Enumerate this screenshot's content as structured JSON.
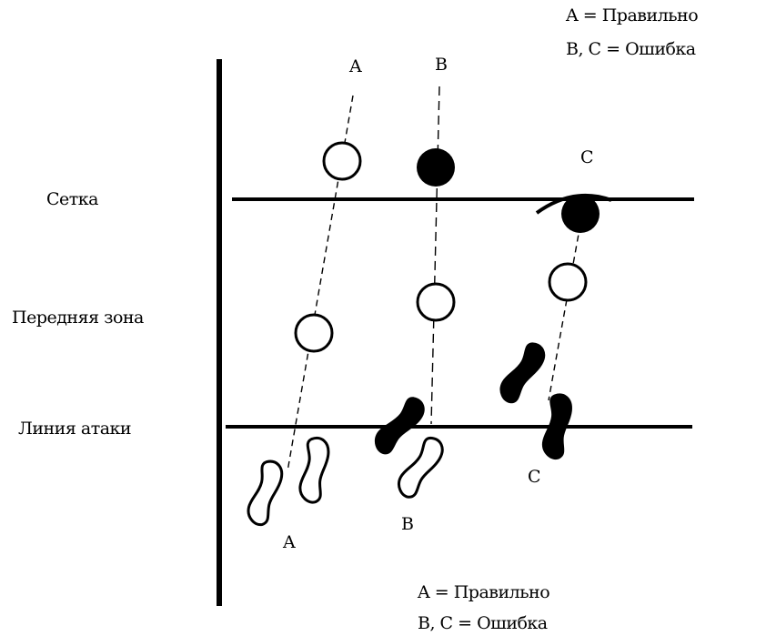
{
  "legend_top": {
    "line1": "A    = Правильно",
    "line2": "B, C = Ошибка"
  },
  "legend_bottom": {
    "line1": "A    = Правильно",
    "line2": "B, C = Ошибка"
  },
  "zone_labels": {
    "net": "Сетка",
    "front_zone": "Передняя зона",
    "attack_line": "Линия атаки"
  },
  "path_labels": {
    "a_top": "A",
    "b_top": "B",
    "c_top": "C",
    "a_bottom": "A",
    "b_bottom": "B",
    "c_bottom": "C"
  },
  "colors": {
    "ink": "#000000",
    "background": "#ffffff"
  }
}
